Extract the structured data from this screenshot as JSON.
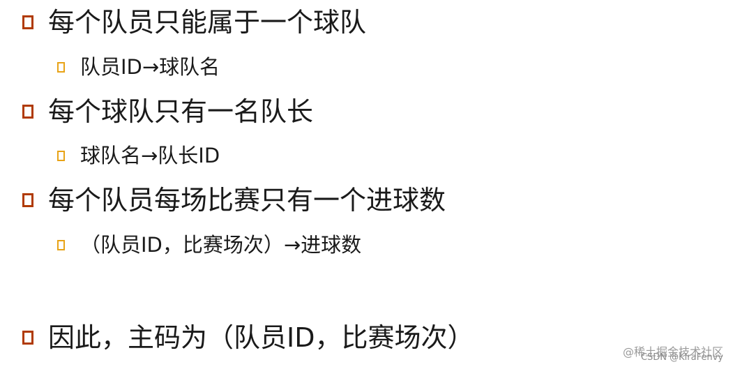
{
  "items": [
    {
      "level": 1,
      "text": "每个队员只能属于一个球队"
    },
    {
      "level": 2,
      "text": "队员ID→球队名"
    },
    {
      "level": 1,
      "text": "每个球队只有一名队长"
    },
    {
      "level": 2,
      "text": "球队名→队长ID"
    },
    {
      "level": 1,
      "text": "每个队员每场比赛只有一个进球数"
    },
    {
      "level": 2,
      "text": "（队员ID，比赛场次）→进球数"
    },
    {
      "level": 1,
      "text": "因此，主码为（队员ID，比赛场次）"
    }
  ],
  "colors": {
    "level1_bullet": "#b03a00",
    "level2_bullet": "#e8a317",
    "text": "#1a1a1a"
  },
  "watermark": {
    "line1": "@稀土掘金技术社区",
    "line2": "CSDN @KiraFenvy"
  }
}
